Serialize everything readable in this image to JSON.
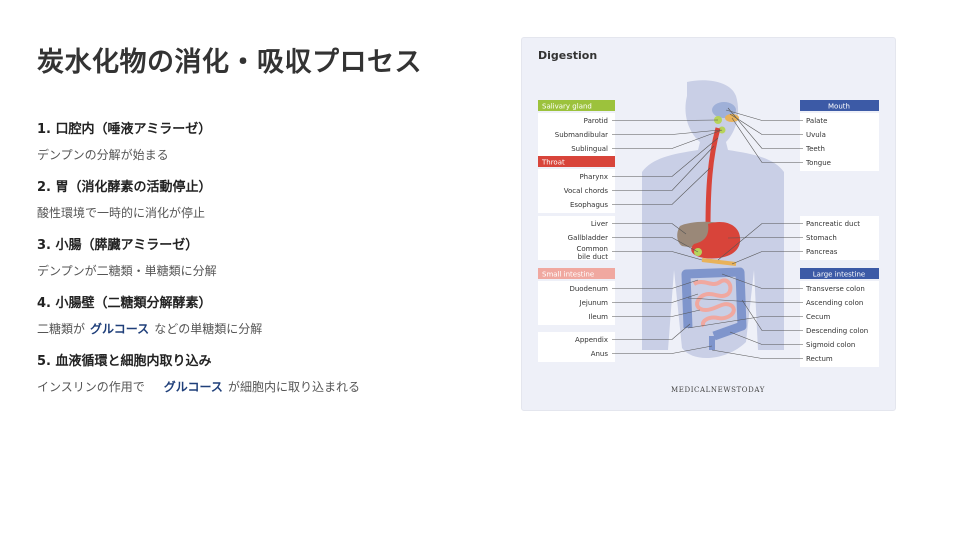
{
  "title": "炭水化物の消化・吸収プロセス",
  "steps": [
    {
      "heading": "1. 口腔内（唾液アミラーゼ）",
      "desc": "デンプンの分解が始まる"
    },
    {
      "heading": "2. 胃（消化酵素の活動停止）",
      "desc": "酸性環境で一時的に消化が停止"
    },
    {
      "heading": "3. 小腸（膵臓アミラーゼ）",
      "desc": "デンプンが二糖類・単糖類に分解"
    },
    {
      "heading": "4. 小腸壁（二糖類分解酵素）",
      "desc_pre": "二糖類が",
      "desc_highlight": "グルコース",
      "desc_post": "などの単糖類に分解"
    },
    {
      "heading": "5. 血液循環と細胞内取り込み",
      "desc_pre": "インスリンの作用で",
      "desc_highlight": "グルコース",
      "desc_post": "が細胞内に取り込まれる"
    }
  ],
  "colors": {
    "highlight": "#1f3f7a",
    "salivary": "#9cc23c",
    "throat": "#d8443a",
    "small_intestine": "#f0a8a0",
    "mouth_large": "#3c5aa6",
    "body": "#c9cfe6"
  },
  "figure": {
    "title": "Digestion",
    "credit": "MEDICALNEWSTODAY",
    "left_groups": [
      {
        "header": "Salivary gland",
        "labels": [
          "Parotid",
          "Submandibular",
          "Sublingual"
        ]
      },
      {
        "header": "Throat",
        "labels": [
          "Pharynx",
          "Vocal chords",
          "Esophagus"
        ]
      },
      {
        "header": "",
        "labels": [
          "Liver",
          "Gallbladder",
          "Common bile duct"
        ]
      },
      {
        "header": "Small intestine",
        "labels": [
          "Duodenum",
          "Jejunum",
          "Ileum"
        ]
      },
      {
        "header": "",
        "labels": [
          "Appendix",
          "Anus"
        ]
      }
    ],
    "right_groups": [
      {
        "header": "Mouth",
        "labels": [
          "Palate",
          "Uvula",
          "Teeth",
          "Tongue"
        ]
      },
      {
        "header": "",
        "labels": [
          "Pancreatic duct",
          "Stomach",
          "Pancreas"
        ]
      },
      {
        "header": "Large intestine",
        "labels": [
          "Transverse colon",
          "Ascending colon",
          "Cecum",
          "Descending colon",
          "Sigmoid colon",
          "Rectum"
        ]
      }
    ]
  }
}
